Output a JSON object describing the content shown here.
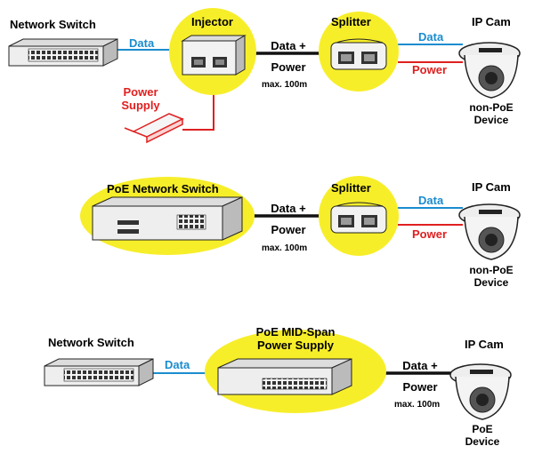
{
  "colors": {
    "yellow": "#f7ee2a",
    "data_blue": "#1b8ccf",
    "power_red": "#e02020",
    "line_black": "#111111"
  },
  "row1": {
    "switch_label": "Network Switch",
    "data_label": "Data",
    "injector_label": "Injector",
    "power_supply_label": [
      "Power",
      "Supply"
    ],
    "link_label": [
      "Data +",
      "Power"
    ],
    "distance": "max. 100m",
    "splitter_label": "Splitter",
    "cam_data_label": "Data",
    "cam_power_label": "Power",
    "cam_title": "IP Cam",
    "cam_type": [
      "non-PoE",
      "Device"
    ]
  },
  "row2": {
    "switch_label": "PoE Network Switch",
    "link_label": [
      "Data +",
      "Power"
    ],
    "distance": "max. 100m",
    "splitter_label": "Splitter",
    "cam_data_label": "Data",
    "cam_power_label": "Power",
    "cam_title": "IP Cam",
    "cam_type": [
      "non-PoE",
      "Device"
    ]
  },
  "row3": {
    "switch_label": "Network Switch",
    "data_label": "Data",
    "midspan_label": [
      "PoE MID-Span",
      "Power Supply"
    ],
    "link_label": [
      "Data +",
      "Power"
    ],
    "distance": "max. 100m",
    "cam_title": "IP Cam",
    "cam_type": [
      "PoE",
      "Device"
    ]
  }
}
